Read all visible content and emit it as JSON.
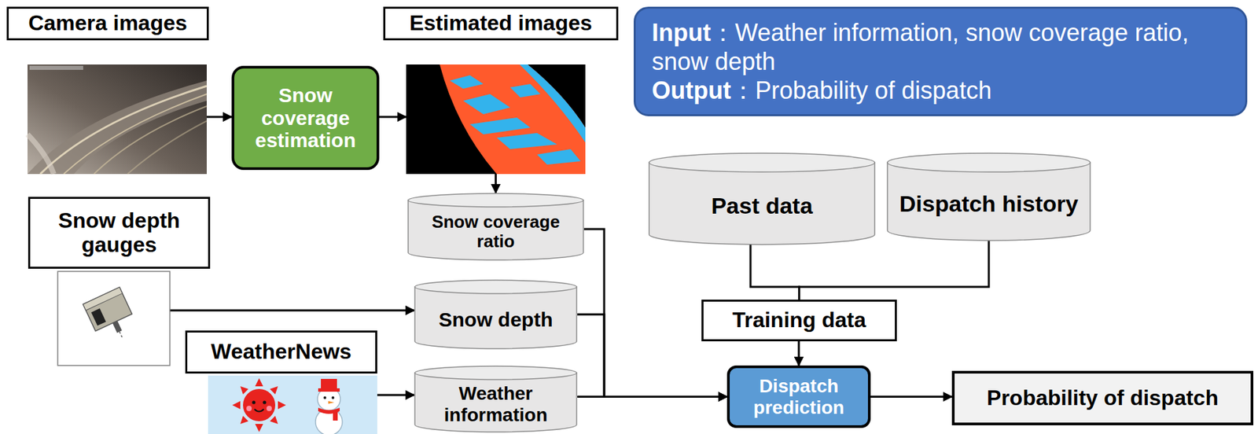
{
  "diagram": {
    "nodes": [
      {
        "text": [
          "Camera images"
        ]
      },
      {
        "text": [
          "Snow coverage estimation"
        ]
      },
      {
        "text": [
          "Estimated images"
        ]
      },
      {
        "text": [
          "Input",
          "：Weather information, snow coverage ratio, snow depth",
          "Output",
          "：Probability of dispatch"
        ]
      },
      {
        "text": [
          "Snow coverage ratio"
        ]
      },
      {
        "text": [
          "Past data"
        ]
      },
      {
        "text": [
          "Dispatch history"
        ]
      },
      {
        "text": [
          "Snow depth gauges"
        ]
      },
      {
        "text": [
          "Snow depth"
        ]
      },
      {
        "text": [
          "Training data"
        ]
      },
      {
        "text": [
          "WeatherNews"
        ]
      },
      {
        "text": [
          "Weather information"
        ]
      },
      {
        "text": [
          "Dispatch prediction"
        ]
      },
      {
        "text": [
          "Probability of dispatch"
        ]
      }
    ],
    "edges": [
      {
        "from": 0,
        "to": 1,
        "arrow": "to"
      },
      {
        "from": 1,
        "to": 2,
        "arrow": "to"
      },
      {
        "from": 2,
        "to": 4,
        "arrow": "to"
      },
      {
        "from": 7,
        "to": 8,
        "arrow": "to"
      },
      {
        "from": 10,
        "to": 11,
        "arrow": "to"
      },
      {
        "from": 4,
        "to": 12,
        "arrow": "to"
      },
      {
        "from": 8,
        "to": 12,
        "arrow": "to"
      },
      {
        "from": 11,
        "to": 12,
        "arrow": "to"
      },
      {
        "from": 5,
        "to": 9,
        "arrow": "none"
      },
      {
        "from": 6,
        "to": 9,
        "arrow": "none"
      },
      {
        "from": 9,
        "to": 12,
        "arrow": "to"
      },
      {
        "from": 12,
        "to": 13,
        "arrow": "to"
      }
    ]
  }
}
